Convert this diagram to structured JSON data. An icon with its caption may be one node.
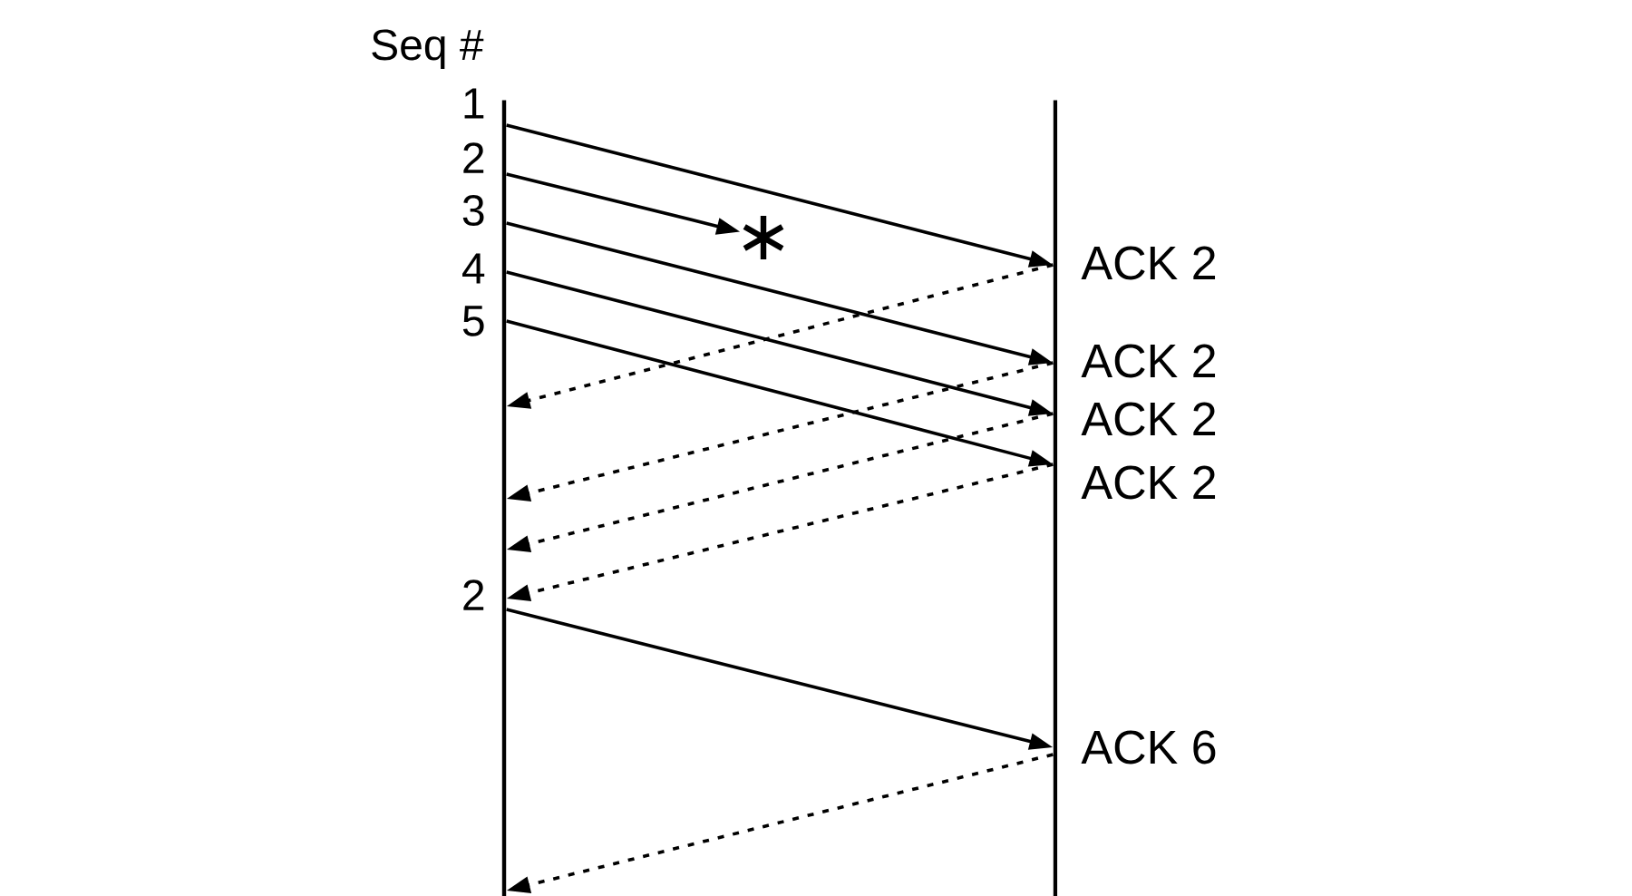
{
  "diagram": {
    "nodes": [
      {
        "text": [],
        "shape": "line",
        "beside": [
          "1",
          "2",
          "3",
          "4",
          "5",
          "2"
        ]
      },
      {
        "text": [],
        "shape": "line",
        "beside": [
          "ACK 2",
          "ACK 2",
          "ACK 2",
          "ACK 2",
          "ACK 6"
        ]
      },
      {
        "text": [],
        "shape": "asterisk"
      }
    ],
    "edges": [
      {
        "from": 0,
        "to": 1,
        "arrow": "to"
      },
      {
        "from": 0,
        "to": 2,
        "arrow": "to"
      },
      {
        "from": 0,
        "to": 1,
        "arrow": "to"
      },
      {
        "from": 1,
        "to": 0,
        "arrow": "to",
        "style": "dashed"
      },
      {
        "from": 0,
        "to": 1,
        "arrow": "to"
      },
      {
        "from": 0,
        "to": 1,
        "arrow": "to"
      },
      {
        "from": 1,
        "to": 0,
        "arrow": "to",
        "style": "dashed"
      },
      {
        "from": 1,
        "to": 0,
        "arrow": "to",
        "style": "dashed"
      },
      {
        "from": 1,
        "to": 0,
        "arrow": "to",
        "style": "dashed"
      },
      {
        "from": 0,
        "to": 1,
        "arrow": "to"
      },
      {
        "from": 1,
        "to": 0,
        "arrow": "to",
        "style": "dashed"
      }
    ],
    "labels": [
      "Seq #"
    ]
  }
}
